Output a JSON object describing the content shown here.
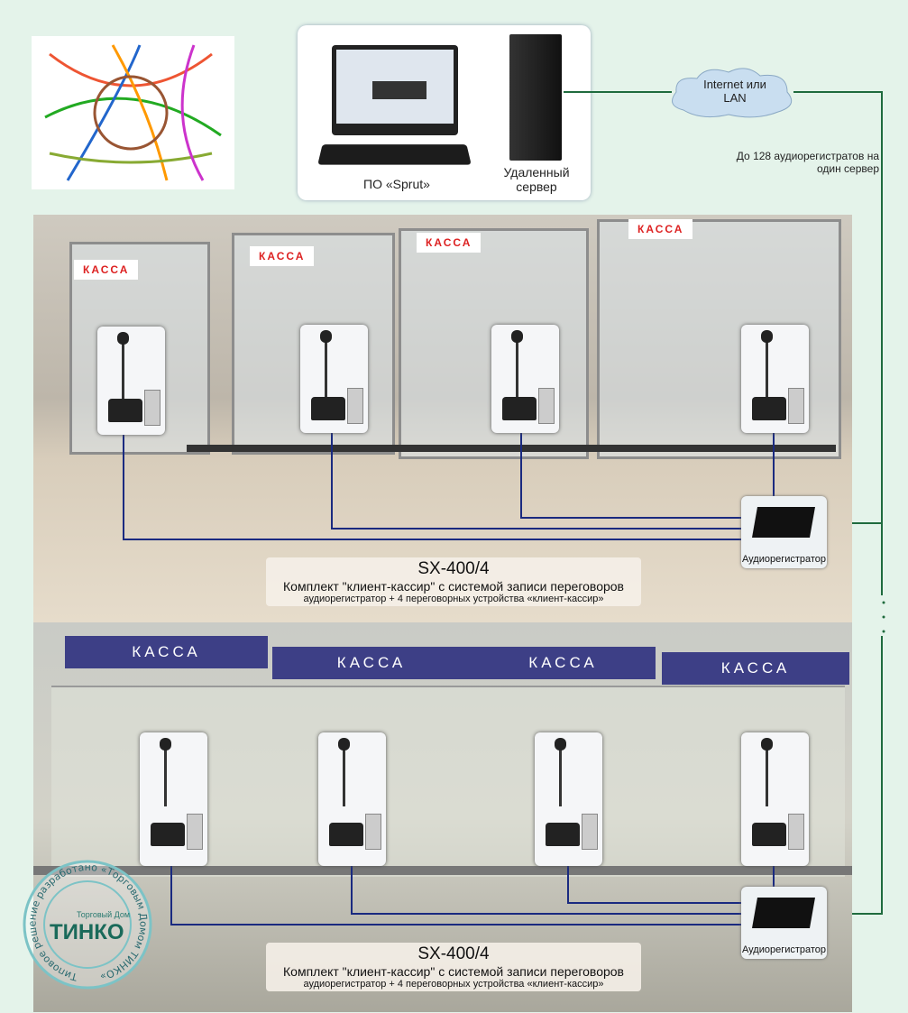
{
  "software_label": "ПО «Sprut»",
  "server_label": "Удаленный сервер",
  "cloud_label": "Internet или LAN",
  "capacity_note": "До 128 аудиорегистратов на один сервер",
  "recorder_label": "Аудиорегистратор",
  "kassa_sign": "КАССА",
  "ticket_sign": "КАССА",
  "kit": {
    "model": "SX-400/4",
    "title": "Комплект \"клиент-кассир\" с системой записи переговоров",
    "subtitle": "аудиорегистратор + 4 переговорных устройства «клиент-кассир»"
  },
  "stamp": {
    "ring_text": "Типовое решение разработано «Торговым Домом ТИНКО»",
    "brand_small": "Торговый Дом",
    "brand": "ТИНКО"
  },
  "colors": {
    "network": "#1f6b3e",
    "cable": "#1a2a80",
    "sign": "#3d3f86"
  }
}
